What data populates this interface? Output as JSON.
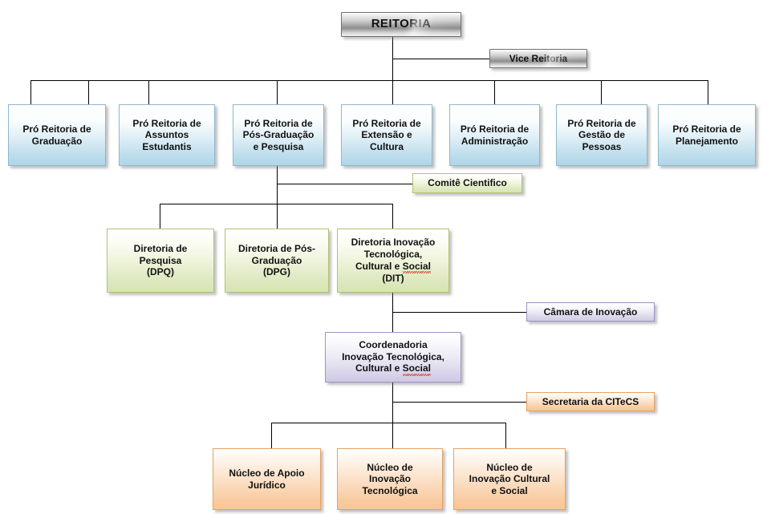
{
  "diagram": {
    "title": "Organograma Reitoria",
    "colors": {
      "gray_border": "#6f6f6f",
      "blue_fill": "#bfdeec",
      "blue_border": "#8fb8cc",
      "green_fill": "#dde8bf",
      "green_border": "#b2c271",
      "purple_fill": "#d9d5ea",
      "purple_border": "#9d93c4",
      "orange_fill": "#f8cca2",
      "orange_border": "#e8a260",
      "line": "#000000",
      "spellcheck_underline": "#d23b2a",
      "background": "#ffffff"
    }
  },
  "root": {
    "label": "REITORIA"
  },
  "vice": {
    "label": "Vice Reitoria"
  },
  "pro_reitorias": [
    {
      "label": "Pró Reitoria de\nGraduação"
    },
    {
      "label": "Pró Reitoria de\nAssuntos\nEstudantis"
    },
    {
      "label": "Pró Reitoria de\nPós-Graduação\ne Pesquisa"
    },
    {
      "label": "Pró Reitoria de\nExtensão e\nCultura"
    },
    {
      "label": "Pró Reitoria de\nAdministração"
    },
    {
      "label": "Pró Reitoria de\nGestão de\nPessoas"
    },
    {
      "label": "Pró Reitoria de\nPlanejamento"
    }
  ],
  "comite": {
    "label": "Comitê Cientifico"
  },
  "diretorias": [
    {
      "label": "Diretoria de\nPesquisa\n(DPQ)"
    },
    {
      "label": "Diretoria de Pós-\nGraduação\n(DPG)"
    },
    {
      "label": "Diretoria Inovação\nTecnológica,\nCultural e Social\n(DIT)",
      "line1": "Diretoria Inovação",
      "line2": "Tecnológica,",
      "line3_pre": "Cultural e ",
      "line3_misspelled": "Social",
      "line4": "(DIT)"
    }
  ],
  "camara": {
    "label": "Câmara de Inovação"
  },
  "coordenadoria": {
    "label": "Coordenadoria\nInovação Tecnológica,\nCultural e Social",
    "line1": "Coordenadoria",
    "line2": "Inovação Tecnológica,",
    "line3_pre": "Cultural e ",
    "line3_misspelled": "Social"
  },
  "secretaria": {
    "label": "Secretaria da CITeCS"
  },
  "nucleos": [
    {
      "label": "Núcleo de Apoio\nJurídico"
    },
    {
      "label": "Núcleo de\nInovação\nTecnológica"
    },
    {
      "label": "Núcleo de\nInovação Cultural\ne Social"
    }
  ]
}
